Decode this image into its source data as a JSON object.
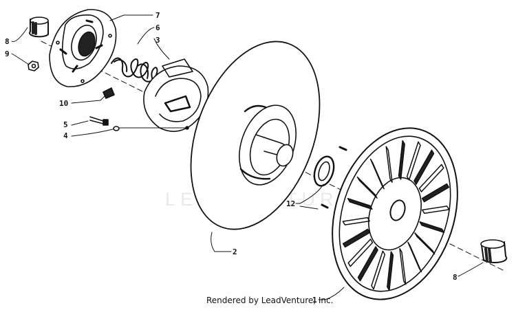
{
  "watermark": "LEADVENTURE",
  "credit": "Rendered by LeadVenture, Inc.",
  "callouts": {
    "c1": "1",
    "c2": "2",
    "c3": "3",
    "c4": "4",
    "c5": "5",
    "c6": "6",
    "c7": "7",
    "c8_top": "8",
    "c8_bottom": "8",
    "c9": "9",
    "c10": "10",
    "c12": "12"
  },
  "colors": {
    "ink": "#111111",
    "watermark": "#e9e9e9",
    "background": "#ffffff"
  }
}
